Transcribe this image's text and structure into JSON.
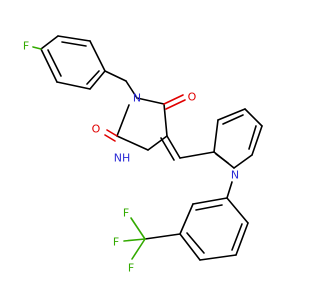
{
  "molecule": {
    "colors": {
      "bond": "#000000",
      "fluorine": "#33aa00",
      "oxygen": "#e00000",
      "nitrogen": "#2b2bd6"
    },
    "atoms": {
      "f_top": "F",
      "o_ring_top": "O",
      "o_ring_left": "O",
      "n_imid": "N",
      "nh_imid": "NH",
      "n_pyrrole": "N",
      "cf3_f1": "F",
      "cf3_f2": "F",
      "cf3_f3": "F"
    }
  }
}
